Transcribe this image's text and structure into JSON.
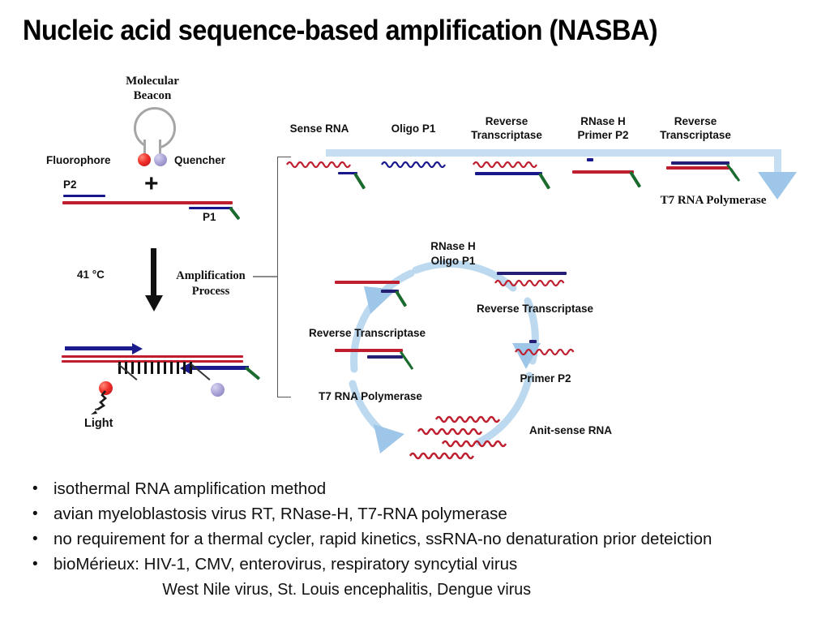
{
  "slide": {
    "title": "Nucleic acid sequence-based amplification (NASBA)",
    "background_color": "#ffffff"
  },
  "colors": {
    "rna_red": "#BE1E2D",
    "dna_blue": "#18188C",
    "probe_green": "#1B6B2E",
    "flow_arrow_light": "#C5DEF2",
    "flow_arrow_head": "#9DC6E8",
    "cycle_ring": "#BCD9EF",
    "fluorophore": "#E8342C",
    "quencher": "#A9A3D6",
    "beacon_stem": "#A6A6A6",
    "text": "#111111"
  },
  "beacon_panel": {
    "title_line1": "Molecular",
    "title_line2": "Beacon",
    "fluorophore_label": "Fluorophore",
    "quencher_label": "Quencher",
    "plus_symbol": "+",
    "primer_p2_label": "P2",
    "primer_p1_label": "P1",
    "temperature_label": "41 °C",
    "light_label": "Light",
    "process_label_line1": "Amplification",
    "process_label_line2": "Process"
  },
  "top_row": {
    "steps": [
      {
        "label": "Sense RNA",
        "label_line2": ""
      },
      {
        "label": "Oligo P1",
        "label_line2": ""
      },
      {
        "label": "Reverse",
        "label_line2": "Transcriptase"
      },
      {
        "label": "RNase H",
        "label_line2": "Primer P2"
      },
      {
        "label": "Reverse",
        "label_line2": "Transcriptase"
      }
    ],
    "output_label": "T7 RNA Polymerase"
  },
  "cycle": {
    "top_label_line1": "RNase H",
    "top_label_line2": "Oligo P1",
    "right_label": "Reverse Transcriptase",
    "right_lower_label": "Primer P2",
    "left_label": "Reverse Transcriptase",
    "left_lower_label": "T7 RNA Polymerase",
    "bottom_label": "Anit-sense RNA"
  },
  "bullets": [
    "isothermal RNA amplification method",
    "avian myeloblastosis virus RT, RNase-H, T7-RNA polymerase",
    "no requirement for a thermal cycler, rapid kinetics, ssRNA-no denaturation prior deteiction",
    "bioMérieux: HIV-1, CMV, enterovirus, respiratory syncytial virus"
  ],
  "bullet_marker": "•",
  "bullet_continuation": "West Nile virus, St. Louis encephalitis, Dengue virus"
}
